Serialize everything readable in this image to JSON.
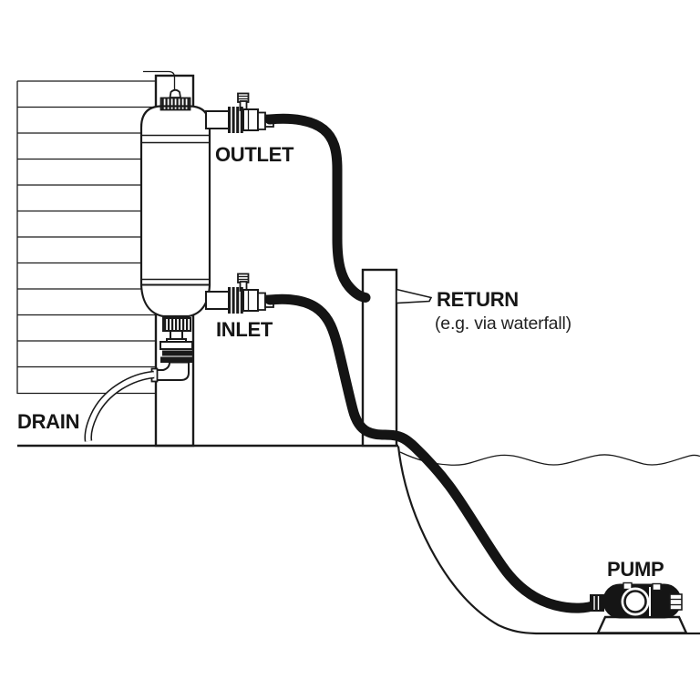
{
  "labels": {
    "outlet": "OUTLET",
    "inlet": "INLET",
    "drain": "DRAIN",
    "return_line1": "RETURN",
    "return_line2": "(e.g. via waterfall)",
    "pump": "PUMP"
  },
  "colors": {
    "line": "#1a1a1a",
    "background": "#ffffff"
  }
}
